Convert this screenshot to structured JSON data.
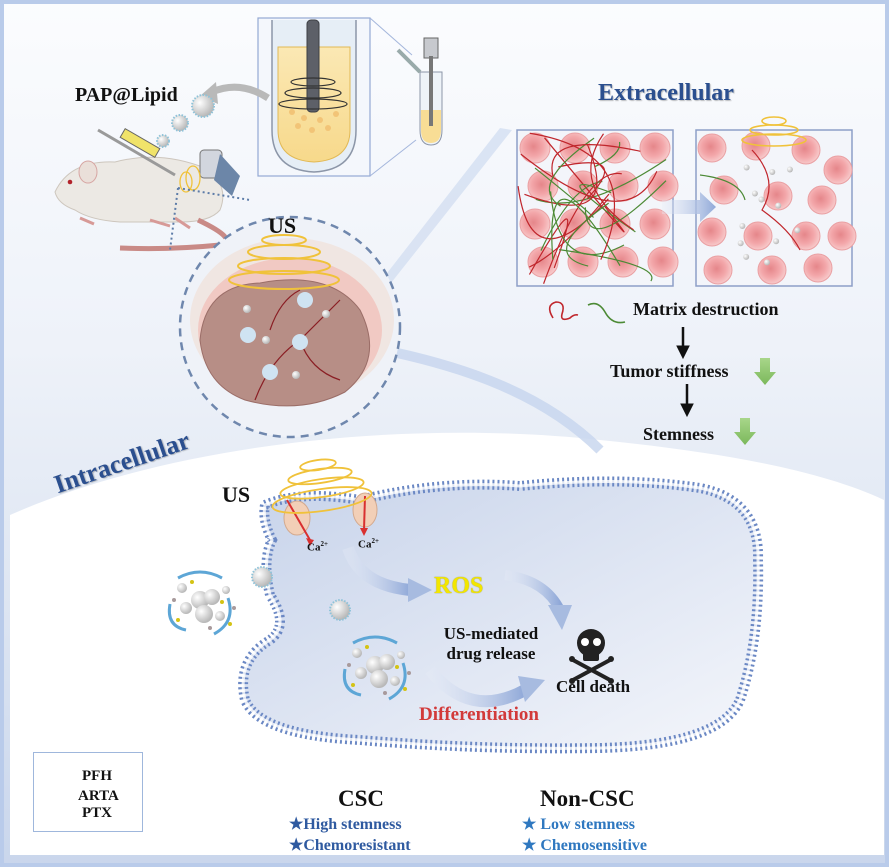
{
  "figure": {
    "top_left": {
      "nanoparticle_label": "PAP@Lipid",
      "us_label": "US"
    },
    "extracellular": {
      "title": "Extracellular",
      "steps": [
        "Matrix destruction",
        "Tumor stiffness",
        "Stemness"
      ],
      "trend_icons": [
        "down-arrow-green",
        "down-arrow-green"
      ]
    },
    "intracellular": {
      "title": "Intracellular",
      "us_label": "US",
      "calcium_labels": [
        "Ca",
        "Ca"
      ],
      "calcium_charge": "2+",
      "ros_label": "ROS",
      "release_label_line1": "US-mediated",
      "release_label_line2": "drug release",
      "cell_death_label": "Cell death",
      "differentiation_label": "Differentiation"
    },
    "legend": {
      "items": [
        {
          "label": "PFH",
          "color": "#d9d9d9"
        },
        {
          "label": "ARTA",
          "color": "#d4c314"
        },
        {
          "label": "PTX",
          "color": "#a89a9c"
        }
      ]
    },
    "csc": {
      "title": "CSC",
      "traits": [
        "High stemness",
        "Chemoresistant"
      ]
    },
    "non_csc": {
      "title": "Non-CSC",
      "traits": [
        "Low stemness",
        "Chemosensitive"
      ]
    },
    "star_glyph": "★",
    "colors": {
      "title_blue": "#2b4f8f",
      "ros_yellow": "#f2e600",
      "differentiation_red": "#d23a3a",
      "us_ring": "#f0c23a",
      "membrane_blue": "#6b88c4",
      "frame_blue": "#b9cbea",
      "trend_green": "#8cc56a"
    }
  }
}
